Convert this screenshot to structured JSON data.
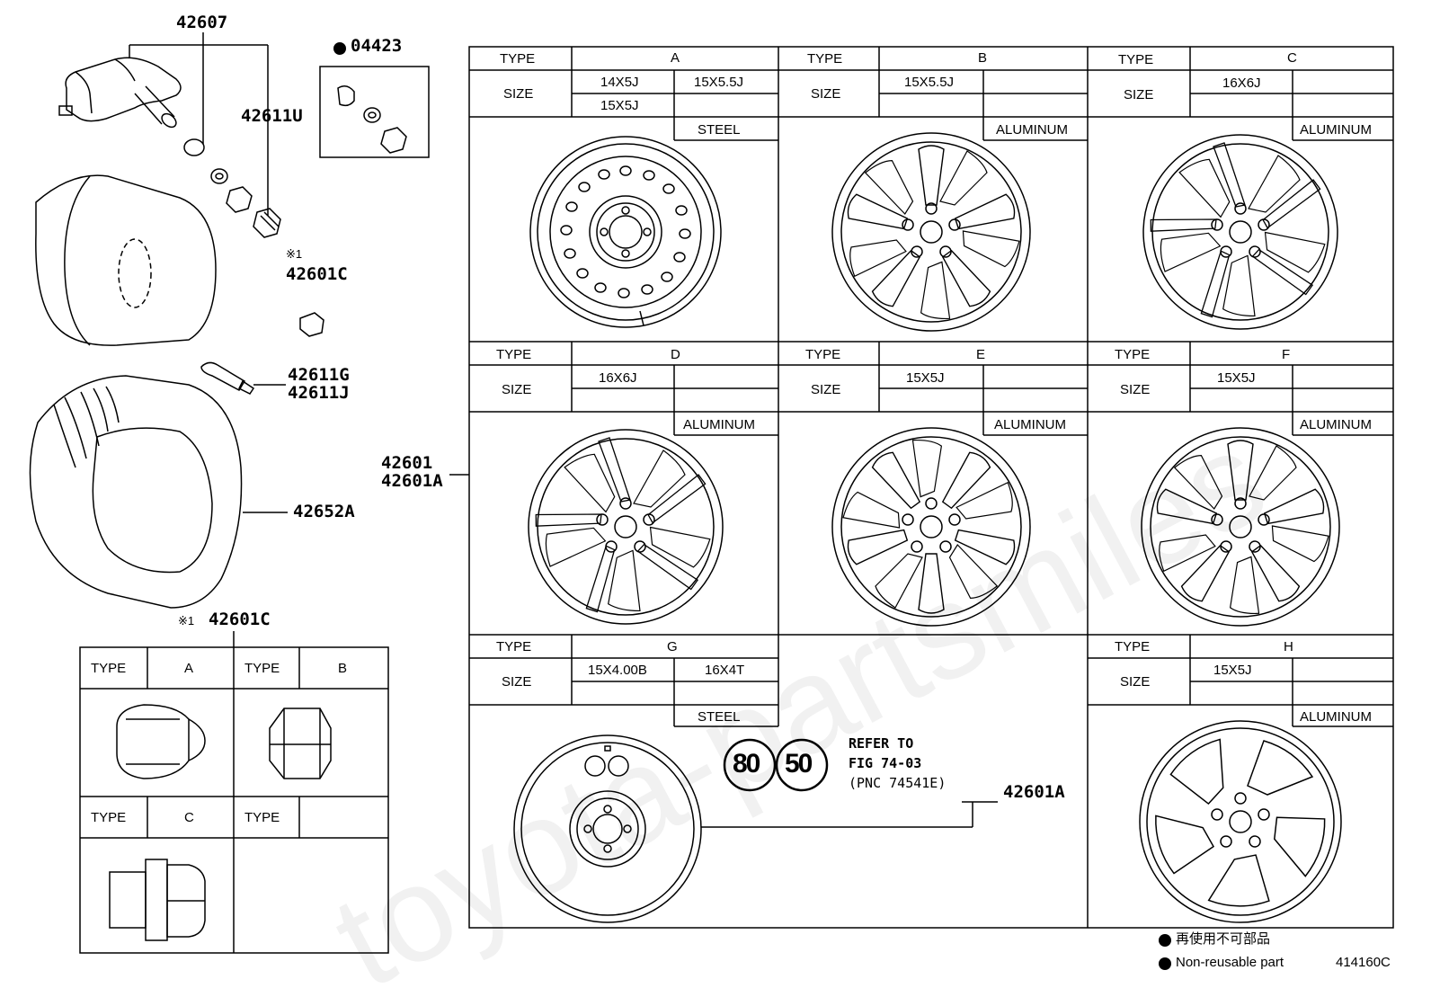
{
  "parts": {
    "p42607": "42607",
    "p04423": "04423",
    "p42611U": "42611U",
    "mark1a": "※1",
    "p42601C_top": "42601C",
    "p42611G": "42611G",
    "p42611J": "42611J",
    "p42652A": "42652A",
    "p42601": "42601",
    "p42601A_main": "42601A",
    "mark1b": "※1",
    "p42601C_nut": "42601C",
    "p42601A_ref": "42601A"
  },
  "labels": {
    "type": "TYPE",
    "size": "SIZE"
  },
  "wheels": {
    "A": {
      "type": "A",
      "size1": "14X5J",
      "size2": "15X5.5J",
      "size3": "15X5J",
      "material": "STEEL"
    },
    "B": {
      "type": "B",
      "size1": "15X5.5J",
      "material": "ALUMINUM"
    },
    "C": {
      "type": "C",
      "size1": "16X6J",
      "material": "ALUMINUM"
    },
    "D": {
      "type": "D",
      "size1": "16X6J",
      "material": "ALUMINUM"
    },
    "E": {
      "type": "E",
      "size1": "15X5J",
      "material": "ALUMINUM"
    },
    "F": {
      "type": "F",
      "size1": "15X5J",
      "material": "ALUMINUM"
    },
    "G": {
      "type": "G",
      "size1": "15X4.00B",
      "size2": "16X4T",
      "material": "STEEL"
    },
    "H": {
      "type": "H",
      "size1": "15X5J",
      "material": "ALUMINUM"
    }
  },
  "nuts": {
    "typeA": "A",
    "typeB": "B",
    "typeC": "C"
  },
  "reference": {
    "badge1": "80",
    "badge2": "50",
    "line1": "REFER TO",
    "line2": "FIG 74-03",
    "line3": "(PNC 74541E)"
  },
  "legend": {
    "jp": "再使用不可部品",
    "en": "Non-reusable part"
  },
  "figure_id": "414160C",
  "watermark": "toyota-partsmiles"
}
